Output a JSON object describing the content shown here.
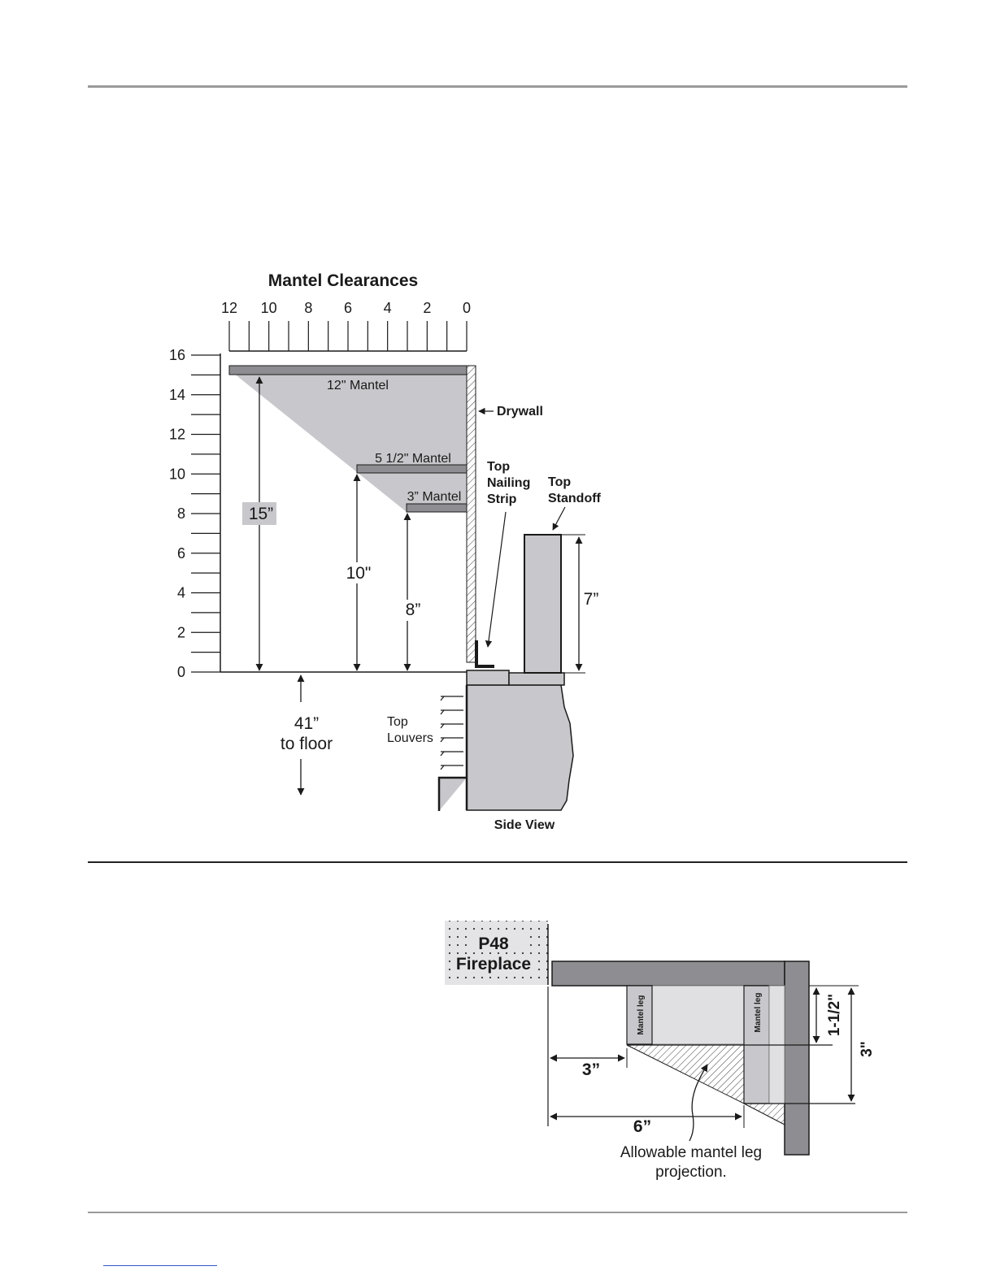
{
  "mantel": {
    "title": "Mantel Clearances",
    "x_ticks": [
      "12",
      "10",
      "8",
      "6",
      "4",
      "2",
      "0"
    ],
    "y_ticks": [
      "16",
      "14",
      "12",
      "10",
      "8",
      "6",
      "4",
      "2",
      "0"
    ],
    "mantels": [
      {
        "label": "12\" Mantel",
        "depth": 12,
        "height": 15
      },
      {
        "label": "5 1/2\" Mantel",
        "depth": 5.5,
        "height": 10
      },
      {
        "label": "3” Mantel",
        "depth": 3,
        "height": 8
      }
    ],
    "dim_15": "15”",
    "dim_10": "10\"",
    "dim_8": "8”",
    "dim_7": "7”",
    "floor_line1": "41”",
    "floor_line2": "to floor",
    "drywall": "Drywall",
    "nailing": [
      "Top",
      "Nailing",
      "Strip"
    ],
    "standoff": [
      "Top",
      "Standoff"
    ],
    "louvers": [
      "Top",
      "Louvers"
    ],
    "side_view": "Side View"
  },
  "leg": {
    "fireplace": [
      "P48",
      "Fireplace"
    ],
    "mantel_leg_left": "Mantel leg",
    "mantel_leg_right": "Mantel leg",
    "dim_3_h": "3”",
    "dim_6_h": "6”",
    "dim_1_5_v": "1-1/2\"",
    "dim_3_v": "3\"",
    "caption": [
      "Allowable mantel leg",
      "projection."
    ]
  },
  "colors": {
    "fill_light": "#c8c8cc",
    "fill_dark": "#8e8e92",
    "line": "#1a1a1a",
    "rule_gray": "#9a9a9a"
  }
}
